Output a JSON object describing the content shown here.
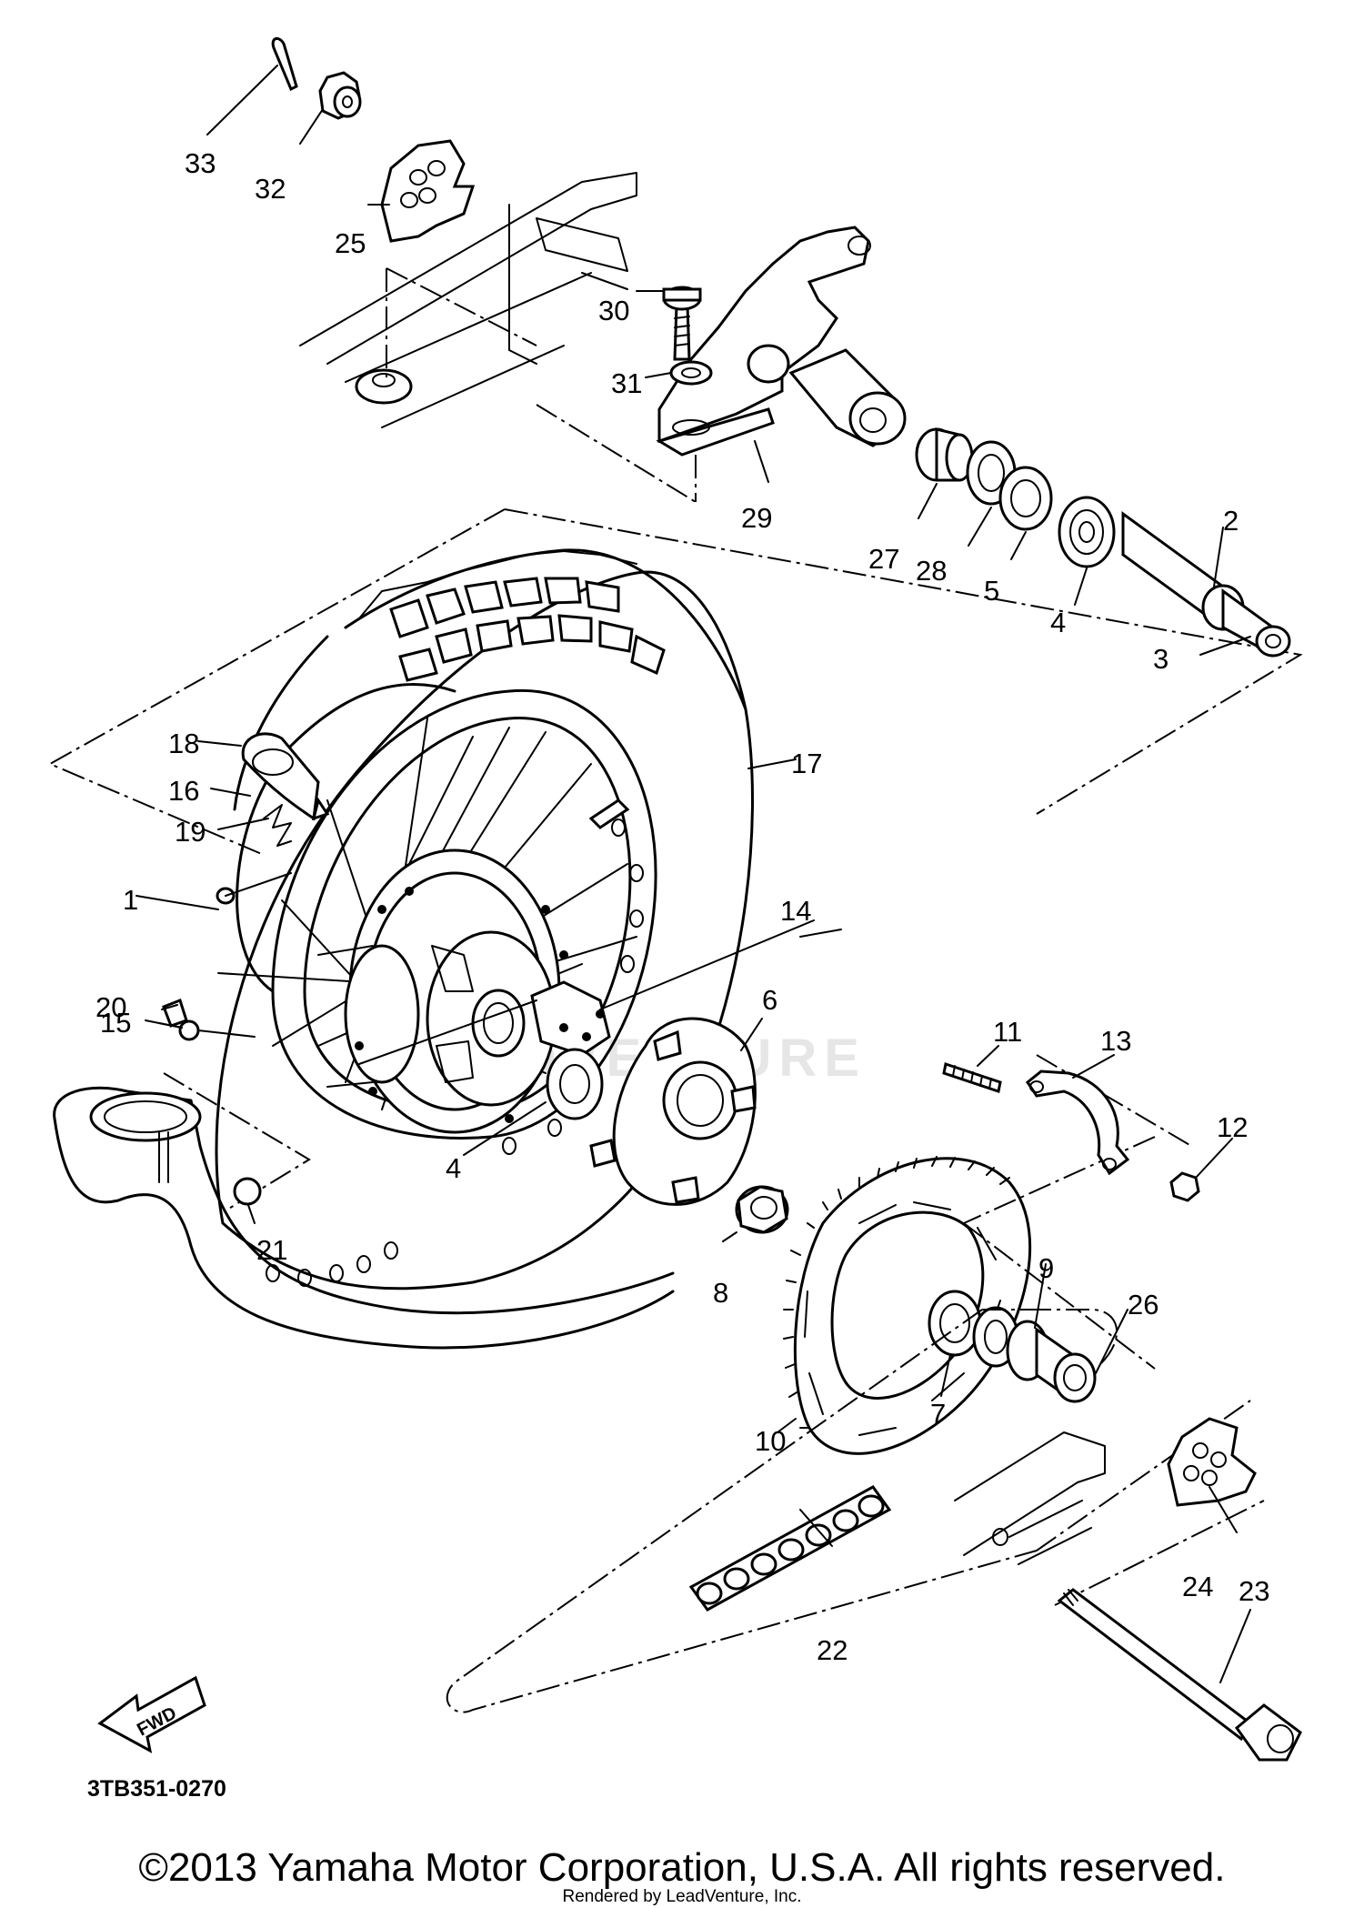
{
  "parts": [
    {
      "id": "p1",
      "label": "1"
    },
    {
      "id": "p2",
      "label": "2"
    },
    {
      "id": "p3",
      "label": "3"
    },
    {
      "id": "p4a",
      "label": "4"
    },
    {
      "id": "p4b",
      "label": "4"
    },
    {
      "id": "p5",
      "label": "5"
    },
    {
      "id": "p6",
      "label": "6"
    },
    {
      "id": "p7",
      "label": "7"
    },
    {
      "id": "p8",
      "label": "8"
    },
    {
      "id": "p9",
      "label": "9"
    },
    {
      "id": "p10",
      "label": "10"
    },
    {
      "id": "p11",
      "label": "11"
    },
    {
      "id": "p12",
      "label": "12"
    },
    {
      "id": "p13",
      "label": "13"
    },
    {
      "id": "p14",
      "label": "14"
    },
    {
      "id": "p15",
      "label": "15"
    },
    {
      "id": "p16",
      "label": "16"
    },
    {
      "id": "p17",
      "label": "17"
    },
    {
      "id": "p18",
      "label": "18"
    },
    {
      "id": "p19",
      "label": "19"
    },
    {
      "id": "p20",
      "label": "20"
    },
    {
      "id": "p21",
      "label": "21"
    },
    {
      "id": "p22",
      "label": "22"
    },
    {
      "id": "p23",
      "label": "23"
    },
    {
      "id": "p24",
      "label": "24"
    },
    {
      "id": "p25",
      "label": "25"
    },
    {
      "id": "p26",
      "label": "26"
    },
    {
      "id": "p27",
      "label": "27"
    },
    {
      "id": "p28",
      "label": "28"
    },
    {
      "id": "p29",
      "label": "29"
    },
    {
      "id": "p30",
      "label": "30"
    },
    {
      "id": "p31",
      "label": "31"
    },
    {
      "id": "p32",
      "label": "32"
    },
    {
      "id": "p33",
      "label": "33"
    }
  ],
  "diagram_code": "3TB351-0270",
  "fwd_label": "FWD",
  "watermark": "ADVENTURE",
  "copyright": "©2013 Yamaha Motor Corporation, U.S.A. All rights reserved.",
  "rendered_by": "Rendered by LeadVenture, Inc."
}
